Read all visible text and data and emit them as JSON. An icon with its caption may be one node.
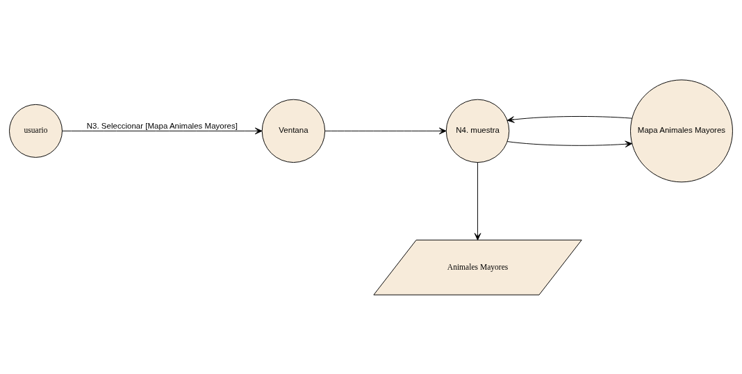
{
  "diagram": {
    "nodes": [
      {
        "text": [
          "usuario"
        ]
      },
      {
        "text": [
          "Ventana"
        ]
      },
      {
        "text": [
          "N4. muestra"
        ]
      },
      {
        "text": [
          "Mapa Animales Mayores"
        ]
      },
      {
        "text": [
          "Animales Mayores"
        ]
      }
    ],
    "edges": [
      {
        "from": 0,
        "to": 1,
        "arrow": "to",
        "label": "N3. Seleccionar [Mapa Animales Mayores]"
      },
      {
        "from": 1,
        "to": 2,
        "arrow": "to"
      },
      {
        "from": 2,
        "to": 3,
        "arrow": "to"
      },
      {
        "from": 3,
        "to": 2,
        "arrow": "to"
      },
      {
        "from": 2,
        "to": 4,
        "arrow": "to"
      }
    ]
  }
}
